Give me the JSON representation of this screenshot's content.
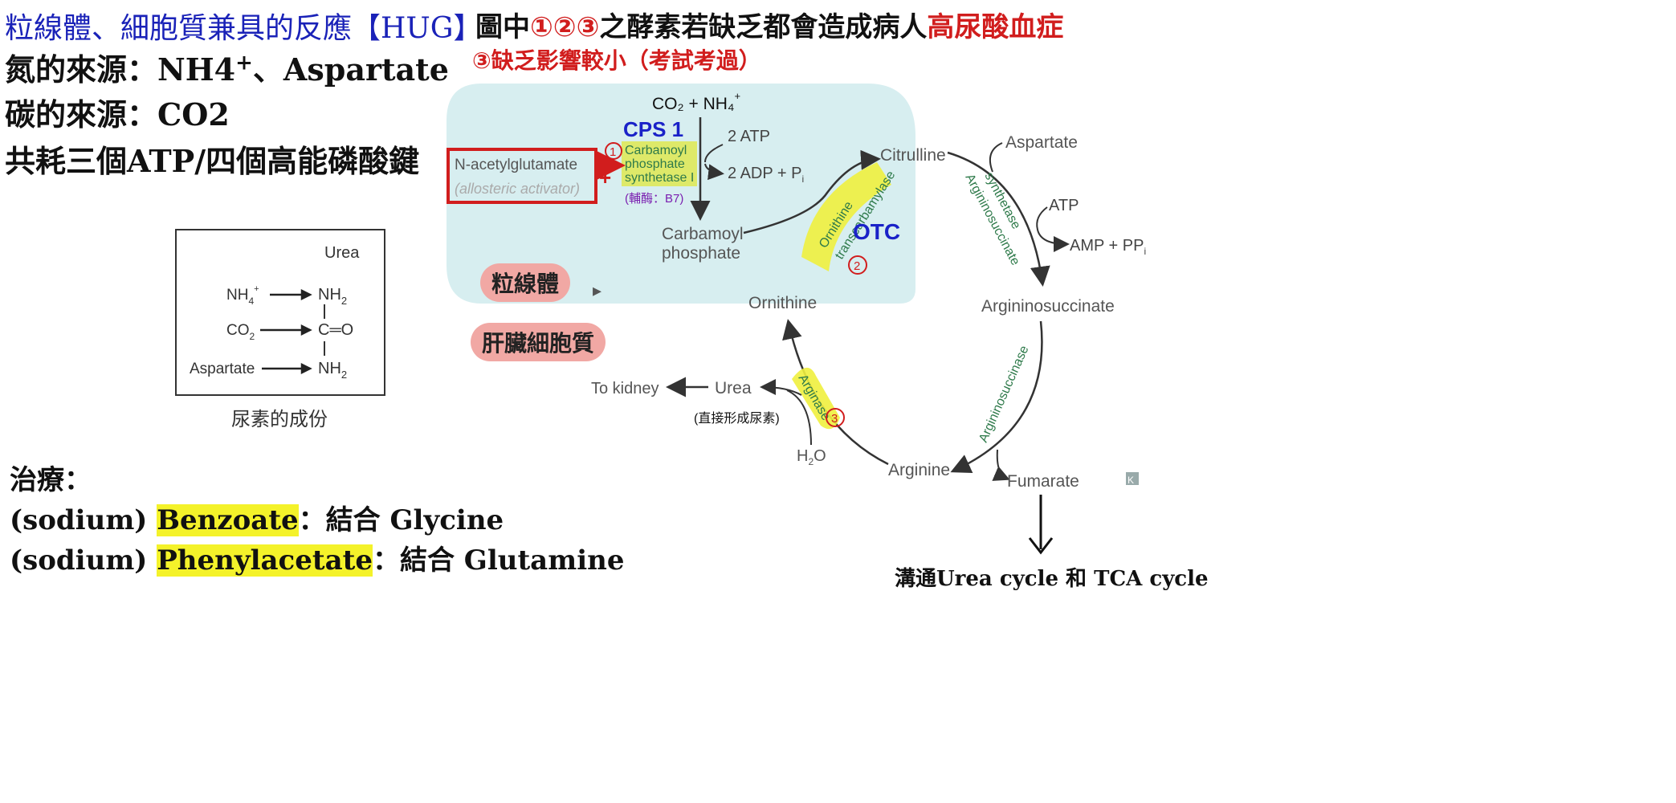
{
  "left_panel": {
    "title": "粒線體、細胞質兼具的反應【HUG】",
    "nitrogen_source_prefix": "氮的來源：NH4",
    "nitrogen_source_sup": "+",
    "nitrogen_source_suffix": "、Aspartate",
    "carbon_source": "碳的來源：CO2",
    "atp_cost": "共耗三個ATP/四個高能磷酸鍵"
  },
  "urea_box": {
    "title": "Urea",
    "in_nh4": "NH",
    "in_nh4_sub": "4",
    "in_nh4_sup": "+",
    "in_co2": "CO",
    "in_co2_sub": "2",
    "in_asp": "Aspartate",
    "out_nh2_top": "NH",
    "out_nh2_sub": "2",
    "out_c": "C═O",
    "out_nh2_bottom": "NH",
    "caption": "尿素的成份"
  },
  "treatment": {
    "heading": "治療：",
    "line1_prefix": "(sodium) ",
    "line1_drug": "Benzoate",
    "line1_suffix": "：結合 Glycine",
    "line2_prefix": "(sodium) ",
    "line2_drug": "Phenylacetate",
    "line2_suffix": "：結合 Glutamine"
  },
  "header_note": {
    "line1_prefix": "圖中",
    "line1_marks": "①②③",
    "line1_mid": "之酵素若缺乏都會造成病人",
    "line1_red": "高尿酸血症",
    "line2": "③缺乏影響較小（考試考過）"
  },
  "diagram": {
    "co2_nh4": "CO₂ + NH₄",
    "co2_nh4_sup": "+",
    "cps1_label": "CPS 1",
    "enzyme1_line1": "Carbamoyl",
    "enzyme1_line2": "phosphate",
    "enzyme1_line3": "synthetase I",
    "mark1": "1",
    "cofactor": "(輔酶：B7)",
    "atp_in": "2 ATP",
    "adp_out": "2 ADP + P",
    "adp_sub": "i",
    "activator_name": "N-acetylglutamate",
    "activator_note": "(allosteric activator)",
    "plus_sign": "+",
    "carbamoyl_line1": "Carbamoyl",
    "carbamoyl_line2": "phosphate",
    "citrulline": "Citrulline",
    "otc_enzyme_line1": "Ornithine",
    "otc_enzyme_line2": "transcarbamylase",
    "otc_label": "OTC",
    "mark2": "2",
    "ornithine": "Ornithine",
    "aspartate": "Aspartate",
    "ass_line1": "Argininosuccinate",
    "ass_line2": "synthetase",
    "atp": "ATP",
    "amp_pp": "AMP + PP",
    "amp_pp_sub": "i",
    "argininosuccinate": "Argininosuccinate",
    "asl": "Argininosuccinase",
    "arginine": "Arginine",
    "fumarate": "Fumarate",
    "arginase": "Arginase",
    "mark3": "3",
    "water": "H",
    "water_sub": "2",
    "water_o": "O",
    "urea": "Urea",
    "to_kidney": "To kidney",
    "urea_note": "(直接形成尿素)",
    "mito_label": "粒線體",
    "cyto_label": "肝臟細胞質",
    "tca_note": "溝通Urea cycle 和 TCA cycle",
    "corner_badge": "K"
  },
  "colors": {
    "title_blue": "#1a22b8",
    "note_red": "#d11d1d",
    "highlight_yellow": "#f4f22a",
    "mito_bg": "#d7eef0",
    "pill_red": "#f1a8a4",
    "enzyme_green": "#2e7a4a",
    "cofactor_purple": "#7a1fb0",
    "otc_blue": "#1a22c8"
  }
}
